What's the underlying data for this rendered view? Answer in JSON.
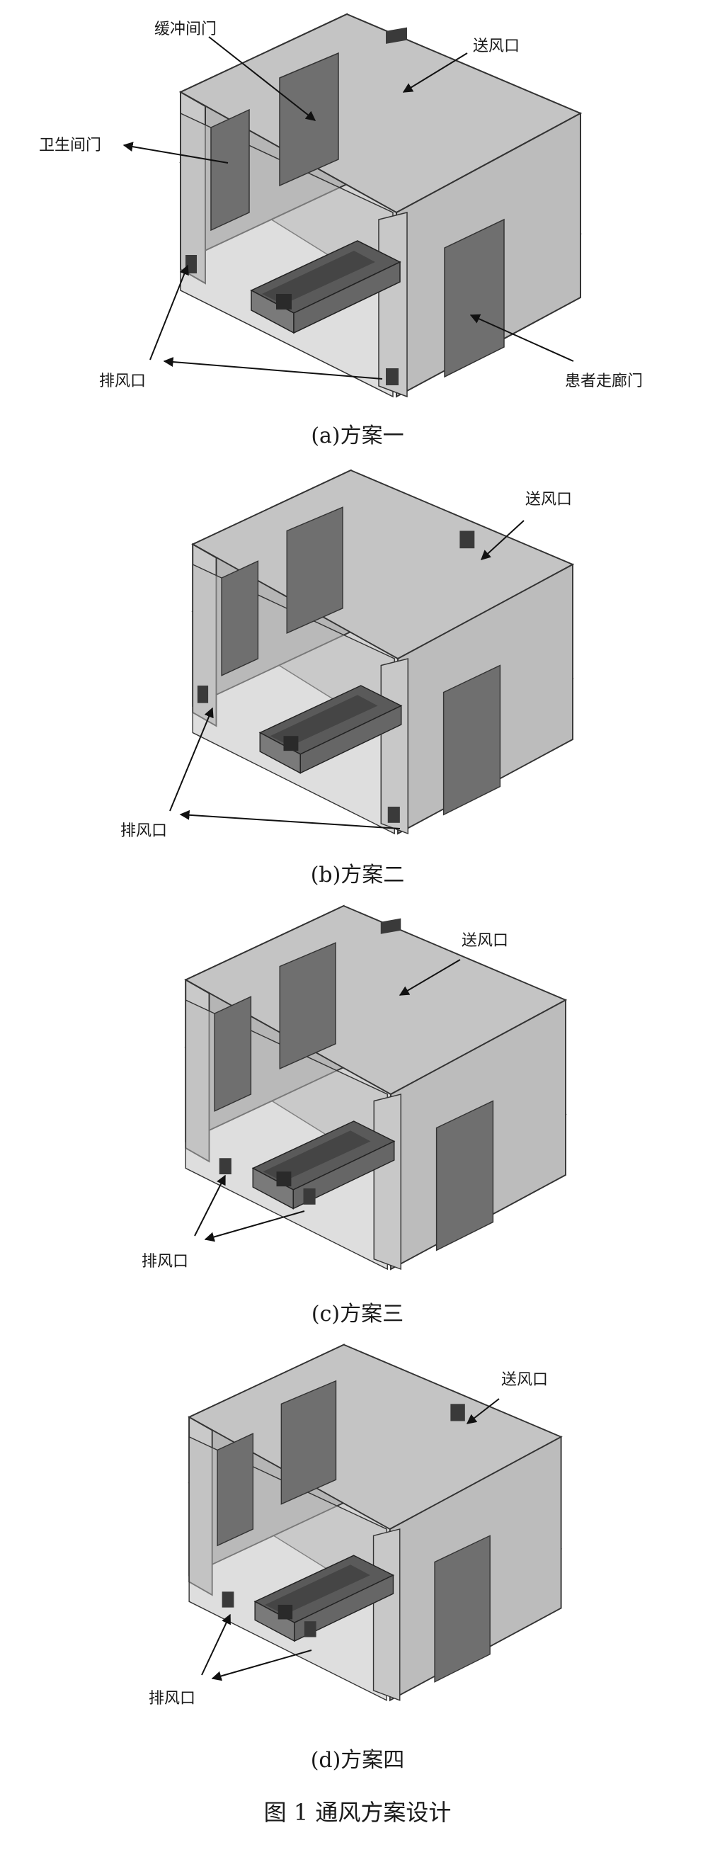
{
  "figure_title": "图 1 通风方案设计",
  "labels": {
    "buffer_door": "缓冲间门",
    "supply_vent": "送风口",
    "bathroom_door": "卫生间门",
    "exhaust_vent": "排风口",
    "corridor_door": "患者走廊门"
  },
  "schemes": [
    {
      "caption": "(a)方案一"
    },
    {
      "caption": "(b)方案二"
    },
    {
      "caption": "(c)方案三"
    },
    {
      "caption": "(d)方案四"
    }
  ],
  "colors": {
    "wall_back": "#b3b3b3",
    "wall_top": "#c6c6c6",
    "wall_right": "#bdbdbd",
    "floor": "#d4d4d4",
    "door": "#6f6f6f",
    "bed": "#505050",
    "vent": "#3a3a3a",
    "outline": "#333333",
    "arrow": "#111111"
  }
}
